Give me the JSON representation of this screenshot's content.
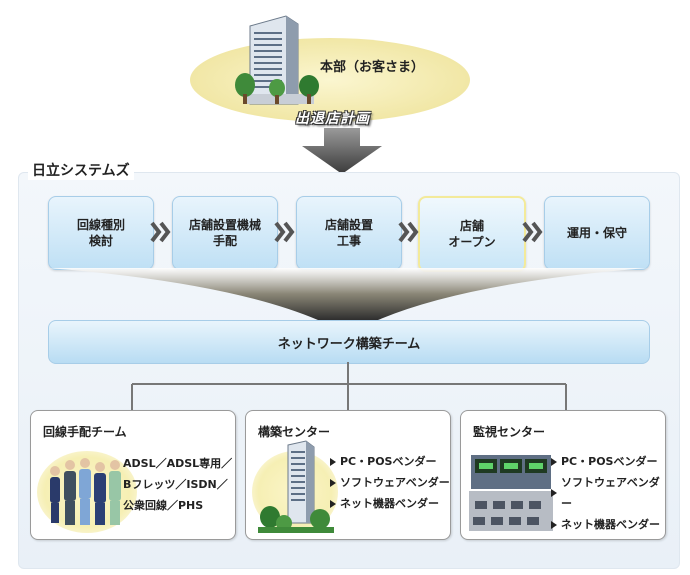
{
  "headquarters": {
    "label": "本部（お客さま）"
  },
  "plan": {
    "label": "出退店計画"
  },
  "company": {
    "label": "日立システムズ"
  },
  "steps": [
    {
      "label": "回線種別\n検討"
    },
    {
      "label": "店舗設置機械\n手配"
    },
    {
      "label": "店舗設置\n工事"
    },
    {
      "label": "店舗\nオープン"
    },
    {
      "label": "運用・保守"
    }
  ],
  "team": {
    "label": "ネットワーク構築チーム"
  },
  "panels": {
    "line": {
      "title": "回線手配チーム",
      "lines": [
        "ADSL／ADSL専用／",
        "Bフレッツ／ISDN／",
        "公衆回線／PHS"
      ]
    },
    "build": {
      "title": "構築センター",
      "vendors": [
        "PC・POSベンダー",
        "ソフトウェアベンダー",
        "ネット機器ベンダー"
      ]
    },
    "monitor": {
      "title": "監視センター",
      "vendors": [
        "PC・POSベンダー",
        "ソフトウェアベンダー",
        "ネット機器ベンダー"
      ]
    }
  },
  "colors": {
    "step_fill": "#bfe0f5",
    "step_border": "#a7cde8",
    "highlight_border": "#f3ea9a",
    "arrow": "#555555",
    "ellipse": "#f1e7a6"
  },
  "icons": [
    "building-icon",
    "tree-icon",
    "chevron-right-icon",
    "arrow-down-icon",
    "people-icon",
    "monitor-room-icon"
  ]
}
